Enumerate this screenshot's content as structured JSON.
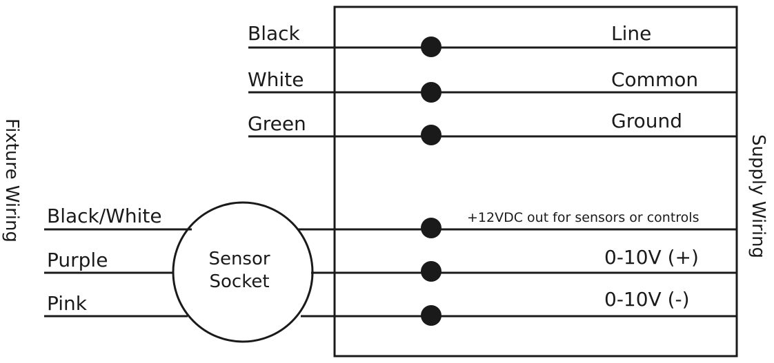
{
  "fixture_wiring_label": "Fixture Wiring",
  "supply_wiring_label": "Supply Wiring",
  "top_wires": [
    {
      "fixture": "Black",
      "supply": "Line"
    },
    {
      "fixture": "White",
      "supply": "Common"
    },
    {
      "fixture": "Green",
      "supply": "Ground"
    }
  ],
  "sensor_wires": [
    {
      "fixture": "Black/White",
      "supply": "+12VDC out for sensors or controls"
    },
    {
      "fixture": "Purple",
      "supply": "0-10V (+)"
    },
    {
      "fixture": "Pink",
      "supply": "0-10V (-)"
    }
  ],
  "sensor_socket": {
    "line1": "Sensor",
    "line2": "Socket"
  },
  "line_color": "#1a1a1a"
}
